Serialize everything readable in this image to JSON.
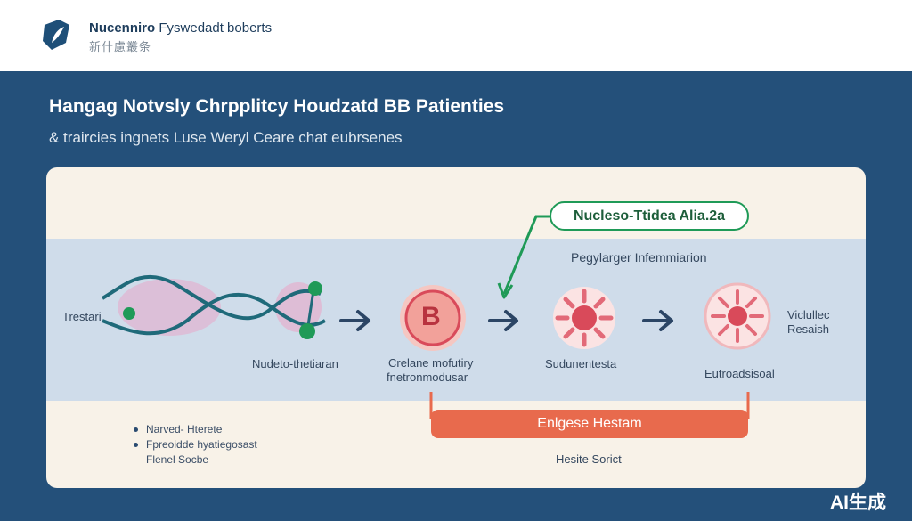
{
  "header": {
    "brand_en_bold": "Nucenniro",
    "brand_en_rest": " Fyswedadt boberts",
    "brand_cn": "新什慮叢条"
  },
  "title": "Hangag Notvsly Chrpplitcy Houdzatd BB Patienties",
  "subtitle": "& traircies ingnets Luse Weryl Ceare chat eubrsenes",
  "callout": {
    "label": "Nucleso-Ttidea Alia.2a"
  },
  "band_label": "Pegylarger Infemmiarion",
  "stages": [
    {
      "left_label": "Trestari",
      "caption": "Nudeto-thetiaran"
    },
    {
      "badge": "B",
      "caption_line1": "Crelane mofutiry",
      "caption_line2": "fnetronmodusar"
    },
    {
      "caption": "Sudunentesta"
    },
    {
      "caption": "Eutroadsisoal",
      "right_label_line1": "Viclullec",
      "right_label_line2": "Resaish"
    }
  ],
  "bracket": {
    "label": "Enlgese Hestam",
    "caption": "Hesite Sorict"
  },
  "bullets": [
    "Narved- Hterete",
    "Fpreoidde hyatiegosast",
    "Flenel Socbe"
  ],
  "watermark": "AI生成",
  "colors": {
    "navy": "#24507a",
    "teal": "#1f6a7a",
    "green": "#1f9a57",
    "coral": "#e86a4d",
    "crimson": "#d94a5a",
    "pink": "#e79ac0"
  }
}
